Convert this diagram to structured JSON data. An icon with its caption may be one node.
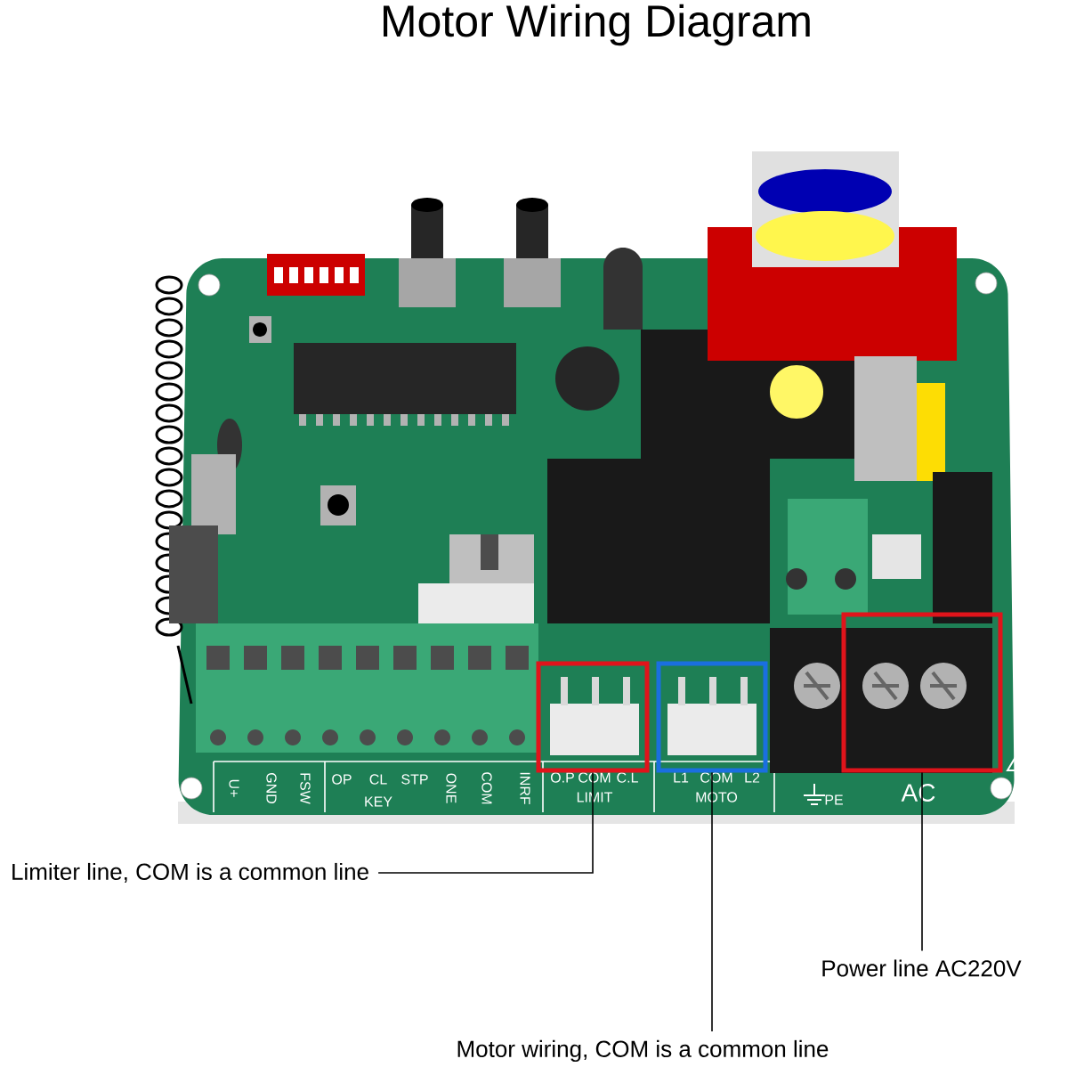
{
  "diagram": {
    "title": "Motor Wiring Diagram",
    "nodes": [
      {
        "text": [],
        "shape": "box"
      },
      {
        "text": [],
        "shape": "box"
      },
      {
        "text": [],
        "shape": "box"
      },
      {
        "text": [
          "Limiter line, COM is a common line"
        ]
      },
      {
        "text": [
          "Power line AC220V"
        ]
      },
      {
        "text": [
          "Motor wiring, COM is a common line"
        ]
      }
    ],
    "edges": [
      {
        "from": 3,
        "to": 0,
        "arrow": "none"
      },
      {
        "from": 4,
        "to": 2,
        "arrow": "none"
      },
      {
        "from": 5,
        "to": 1,
        "arrow": "none"
      }
    ],
    "labels": [
      "U+",
      "GND",
      "FSW",
      "OP",
      "CL",
      "STP",
      "KEY",
      "ONE",
      "COM",
      "INRF",
      "O.P",
      "COM",
      "C.L",
      "LIMIT",
      "L1",
      "COM",
      "L2",
      "MOTO",
      "PE",
      "AC"
    ]
  }
}
